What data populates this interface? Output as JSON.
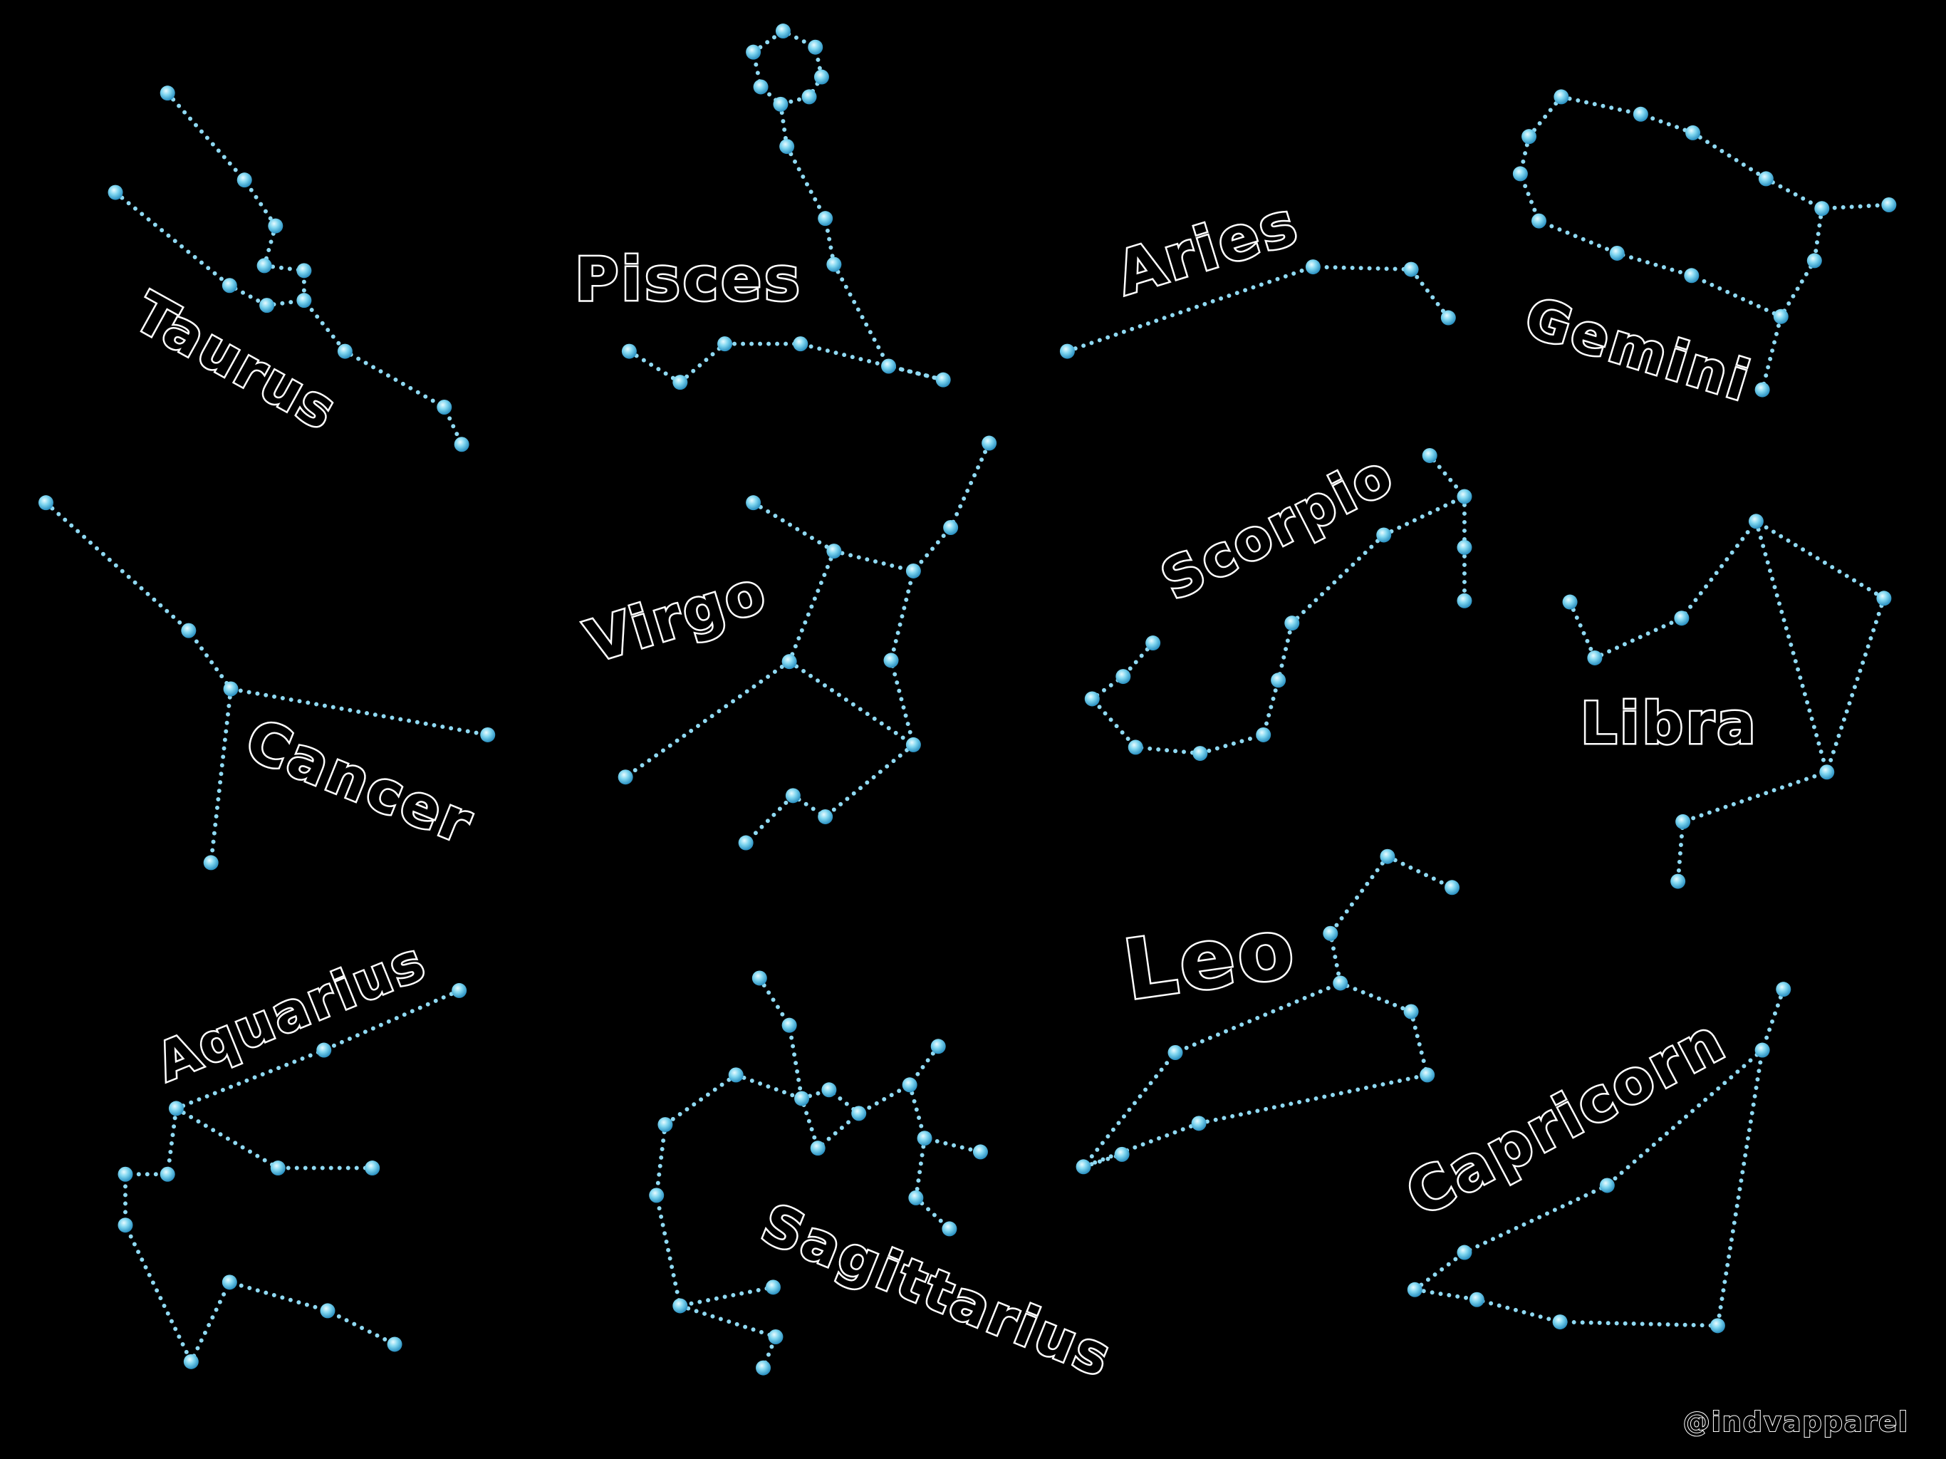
{
  "colors": {
    "background": "#000000",
    "star": "#7fd6f0",
    "line": "#8fd9f2",
    "label_outline": "#ffffff"
  },
  "constellations": [
    {
      "id": "taurus",
      "label": "Taurus"
    },
    {
      "id": "pisces",
      "label": "Pisces"
    },
    {
      "id": "aries",
      "label": "Aries"
    },
    {
      "id": "gemini",
      "label": "Gemini"
    },
    {
      "id": "cancer",
      "label": "Cancer"
    },
    {
      "id": "virgo",
      "label": "Virgo"
    },
    {
      "id": "scorpio",
      "label": "Scorpio"
    },
    {
      "id": "libra",
      "label": "Libra"
    },
    {
      "id": "leo",
      "label": "Leo"
    },
    {
      "id": "aquarius",
      "label": "Aquarius"
    },
    {
      "id": "sagittarius",
      "label": "Sagittarius"
    },
    {
      "id": "capricorn",
      "label": "Capricorn"
    }
  ],
  "watermark": "@indvapparel"
}
